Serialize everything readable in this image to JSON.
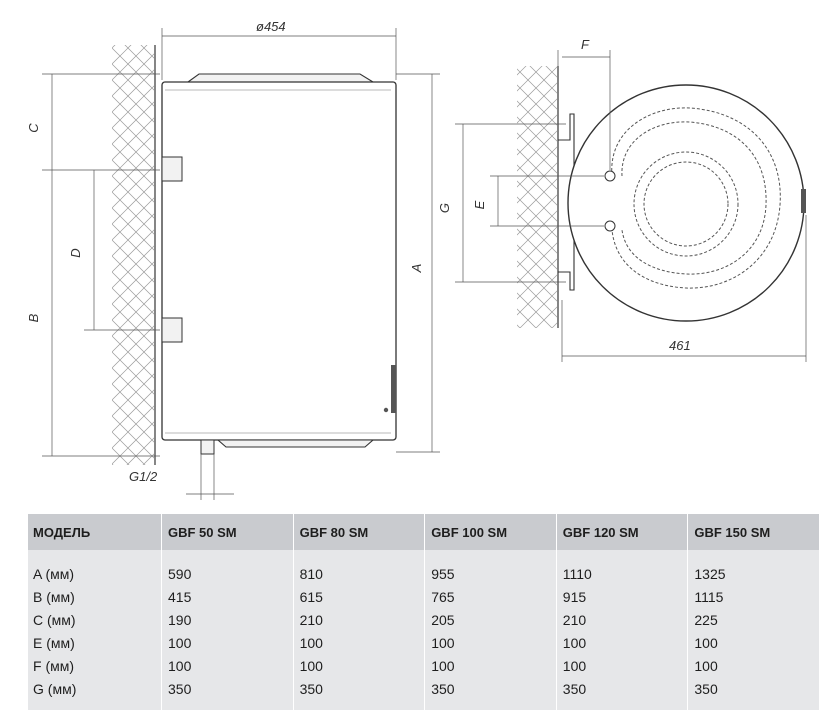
{
  "drawing": {
    "labels": {
      "diameter": "ø454",
      "width": "461",
      "a": "A",
      "b": "B",
      "c": "C",
      "d": "D",
      "e": "E",
      "f": "F",
      "g": "G",
      "thread": "G1/2"
    }
  },
  "table": {
    "headers": [
      "МОДЕЛЬ",
      "GBF 50 SM",
      "GBF 80 SM",
      "GBF 100 SM",
      "GBF 120 SM",
      "GBF 150 SM"
    ],
    "rows": [
      {
        "label": "A (мм)",
        "values": [
          "590",
          "810",
          "955",
          "1110",
          "1325"
        ]
      },
      {
        "label": "B (мм)",
        "values": [
          "415",
          "615",
          "765",
          "915",
          "1115"
        ]
      },
      {
        "label": "C (мм)",
        "values": [
          "190",
          "210",
          "205",
          "210",
          "225"
        ]
      },
      {
        "label": "E (мм)",
        "values": [
          "100",
          "100",
          "100",
          "100",
          "100"
        ]
      },
      {
        "label": "F (мм)",
        "values": [
          "100",
          "100",
          "100",
          "100",
          "100"
        ]
      },
      {
        "label": "G (мм)",
        "values": [
          "350",
          "350",
          "350",
          "350",
          "350"
        ]
      }
    ]
  }
}
